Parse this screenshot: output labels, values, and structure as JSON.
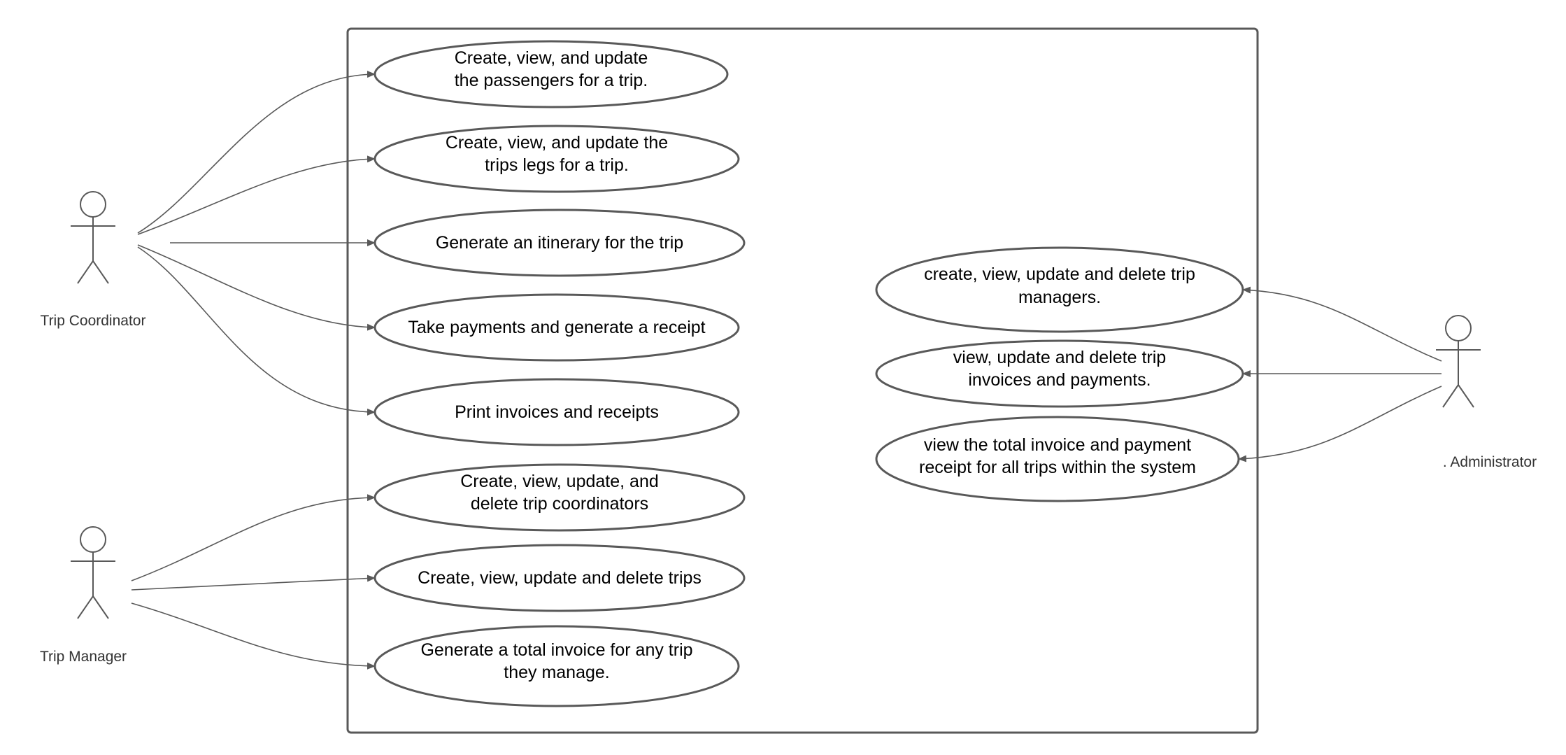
{
  "actors": {
    "trip_coordinator": {
      "label": "Trip Coordinator"
    },
    "trip_manager": {
      "label": "Trip Manager"
    },
    "administrator": {
      "label": ". Administrator"
    }
  },
  "use_cases": {
    "coordinator": [
      {
        "lines": [
          "Create, view, and update",
          "the passengers for a trip."
        ]
      },
      {
        "lines": [
          "Create, view, and update the",
          "trips legs for a trip."
        ]
      },
      {
        "lines": [
          "Generate an itinerary for the trip"
        ]
      },
      {
        "lines": [
          "Take payments and generate a receipt"
        ]
      },
      {
        "lines": [
          "Print invoices and receipts"
        ]
      }
    ],
    "manager": [
      {
        "lines": [
          "Create, view, update, and",
          "delete trip coordinators"
        ]
      },
      {
        "lines": [
          "Create, view, update and delete trips"
        ]
      },
      {
        "lines": [
          "Generate a total invoice for any trip",
          "they manage."
        ]
      }
    ],
    "administrator": [
      {
        "lines": [
          "create, view, update and delete trip",
          "managers."
        ]
      },
      {
        "lines": [
          "view, update and delete trip",
          "invoices and payments."
        ]
      },
      {
        "lines": [
          "view the total invoice and payment",
          "receipt for all trips within the system"
        ]
      }
    ]
  },
  "colors": {
    "stroke": "#595959",
    "text": "#000000",
    "actor_label": "#333333",
    "background": "#ffffff"
  }
}
